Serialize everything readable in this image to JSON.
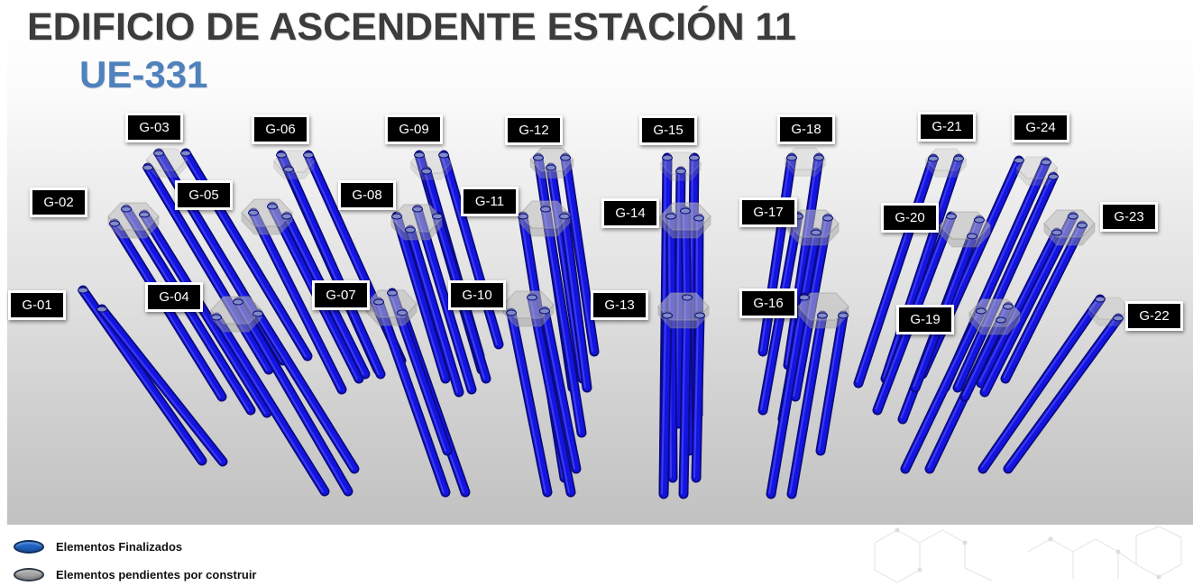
{
  "title": "EDIFICIO DE ASCENDENTE ESTACIÓN 11",
  "subtitle": "UE-331",
  "groups": [
    {
      "label": "G-01"
    },
    {
      "label": "G-02"
    },
    {
      "label": "G-03"
    },
    {
      "label": "G-04"
    },
    {
      "label": "G-05"
    },
    {
      "label": "G-06"
    },
    {
      "label": "G-07"
    },
    {
      "label": "G-08"
    },
    {
      "label": "G-09"
    },
    {
      "label": "G-10"
    },
    {
      "label": "G-11"
    },
    {
      "label": "G-12"
    },
    {
      "label": "G-13"
    },
    {
      "label": "G-14"
    },
    {
      "label": "G-15"
    },
    {
      "label": "G-16"
    },
    {
      "label": "G-17"
    },
    {
      "label": "G-18"
    },
    {
      "label": "G-19"
    },
    {
      "label": "G-20"
    },
    {
      "label": "G-21"
    },
    {
      "label": "G-22"
    },
    {
      "label": "G-23"
    },
    {
      "label": "G-24"
    }
  ],
  "legend": [
    {
      "label": "Elementos Finalizados",
      "color": "#1f62c4",
      "icon": "blue-ellipse-icon"
    },
    {
      "label": "Elementos pendientes por construir",
      "color": "#a3a3a3",
      "icon": "gray-ellipse-icon"
    }
  ],
  "colors": {
    "title": "#3c3c3c",
    "subtitle": "#4f81bd",
    "pile": "#1414e0",
    "pile_edge": "#0a0a7d",
    "pile_top": "#7f8bc4",
    "pending_cap": "#9a9a9a",
    "label_bg": "#000000",
    "label_text": "#ffffff"
  }
}
